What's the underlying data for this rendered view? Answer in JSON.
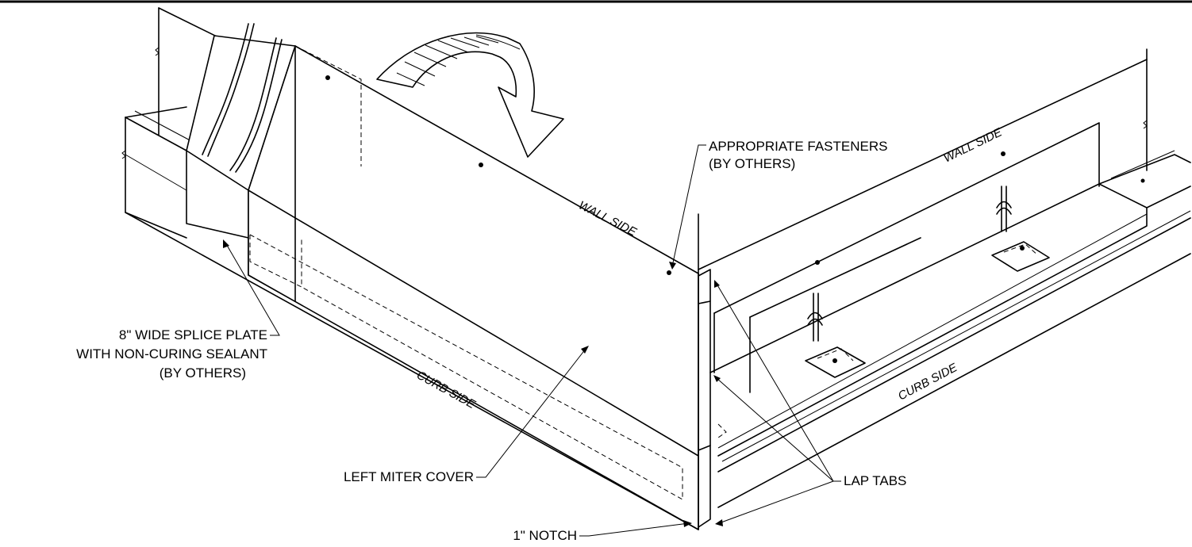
{
  "labels": {
    "fasteners_line1": "APPROPRIATE FASTENERS",
    "fasteners_line2": "(BY OTHERS)",
    "splice_line1": "8\" WIDE SPLICE PLATE",
    "splice_line2": "WITH NON-CURING SEALANT",
    "splice_line3": "(BY OTHERS)",
    "miter_cover": "LEFT MITER COVER",
    "notch": "1\" NOTCH",
    "lap_tabs": "LAP TABS"
  },
  "side_labels": {
    "wall_side_left": "WALL SIDE",
    "wall_side_right": "WALL SIDE",
    "curb_side_left": "CURB SIDE",
    "curb_side_right": "CURB SIDE"
  },
  "colors": {
    "ink": "#000000",
    "paper": "#ffffff"
  }
}
